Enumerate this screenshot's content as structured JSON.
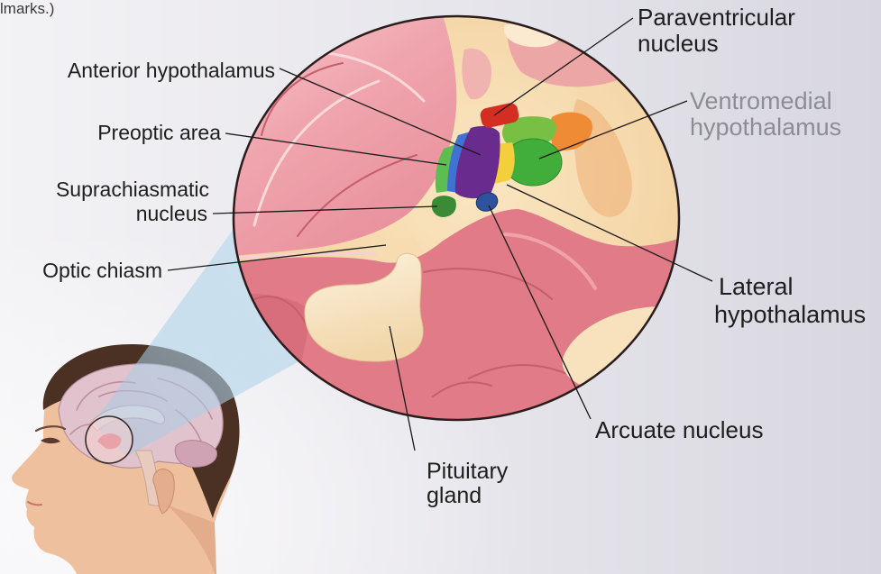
{
  "page_fragment": "lmarks.)",
  "labels": {
    "paraventricular_nucleus": {
      "line1": "Paraventricular",
      "line2": "nucleus"
    },
    "anterior_hypothalamus": {
      "line1": "Anterior hypothalamus"
    },
    "ventromedial_hypothalamus": {
      "line1": "Ventromedial",
      "line2": "hypothalamus"
    },
    "preoptic_area": {
      "line1": "Preoptic area"
    },
    "suprachiasmatic_nucleus": {
      "line1": "Suprachiasmatic",
      "line2": "nucleus"
    },
    "optic_chiasm": {
      "line1": "Optic chiasm"
    },
    "lateral_hypothalamus": {
      "line1": "Lateral",
      "line2": "hypothalamus"
    },
    "arcuate_nucleus": {
      "line1": "Arcuate nucleus"
    },
    "pituitary_gland": {
      "line1": "Pituitary",
      "line2": "gland"
    }
  },
  "structure_colors": {
    "paraventricular_nucleus": "#d42d22",
    "anterior_hypothalamus": "#6a2b8e",
    "preoptic_area": "#5dbd50",
    "blue_nucleus": "#3f72d2",
    "yellow_nucleus": "#f2cf3b",
    "dorsal_green_nucleus": "#78c043",
    "ventromedial_hypothalamus": "#41ad3b",
    "orange_nucleus": "#f08b35",
    "suprachiasmatic_nucleus": "#3b8a36",
    "arcuate_nucleus": "#2e529e",
    "circle_outline": "#2a1d1d"
  }
}
